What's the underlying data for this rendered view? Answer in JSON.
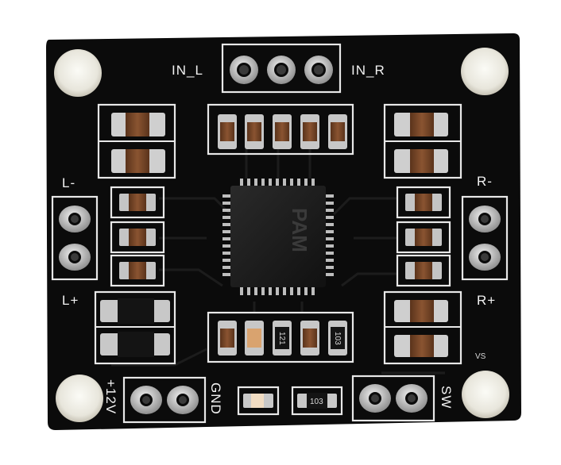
{
  "board": {
    "silkscreen": {
      "in_l": "IN_L",
      "in_r": "IN_R",
      "l_minus": "L-",
      "l_plus": "L+",
      "r_minus": "R-",
      "r_plus": "R+",
      "power_plus": "+12V",
      "gnd": "GND",
      "sw": "SW",
      "vs": "VS"
    },
    "chip_marking": "PAM",
    "resistor_codes": [
      "121",
      "103"
    ],
    "bottom_resistor_code": "103",
    "colors": {
      "pcb": "#0c0c0c",
      "silkscreen": "#f2f2f2",
      "pad": "#c9c9c9",
      "component_brown": "#6b3f22",
      "ic_body": "#1a1a1a"
    }
  }
}
